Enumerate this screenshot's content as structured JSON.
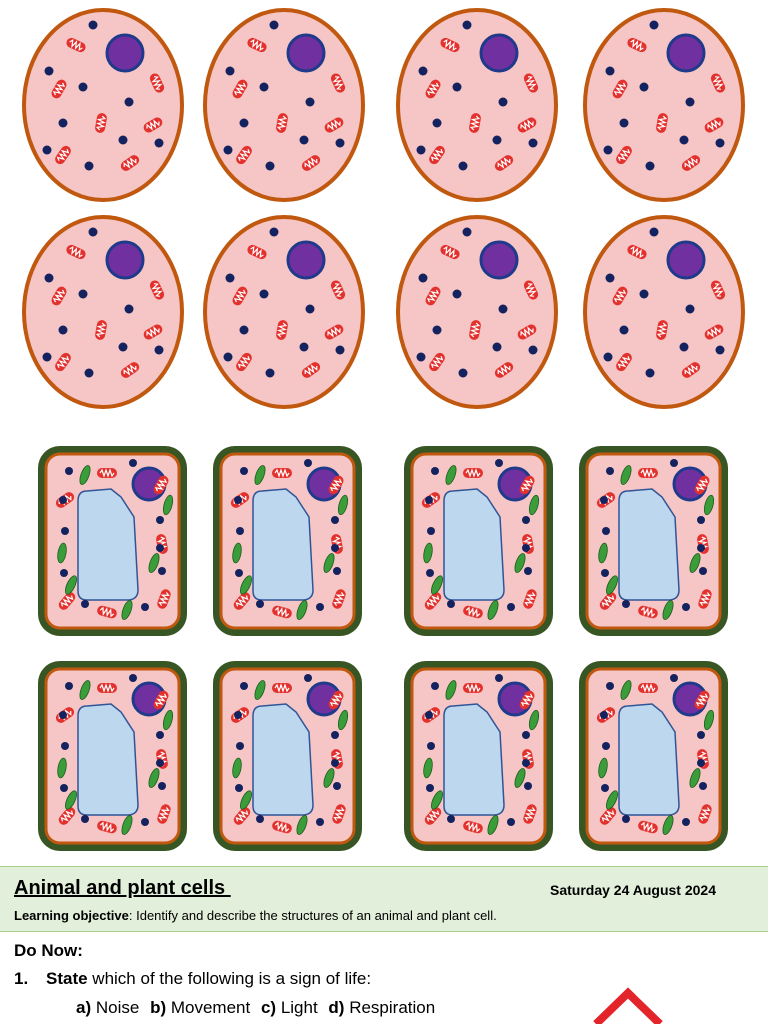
{
  "colors": {
    "animal_membrane": "#c0580f",
    "cytoplasm": "#f6c5c5",
    "nucleus": "#7030a0",
    "nucleus_border": "#1f3a8a",
    "ribosome": "#14235f",
    "mitochondria": "#e3312d",
    "cell_wall": "#375623",
    "plant_membrane": "#c0580f",
    "vacuole": "#bdd7ee",
    "vacuole_border": "#2f5597",
    "chloroplast": "#3a9d3a",
    "header_band": "#e2efda",
    "corner_icon": "#e3242b"
  },
  "diagram": {
    "animal_cell_count": 8,
    "plant_cell_count": 8
  },
  "header": {
    "title": "Animal and plant cells ",
    "date": "Saturday 24 August 2024",
    "objective_label": "Learning objective",
    "objective_text": ": Identify and describe the structures of an animal and plant cell."
  },
  "do_now": {
    "heading": "Do Now:",
    "question_number": "1.",
    "question_verb": "State",
    "question_text": " which of the following is a sign of life:",
    "options": [
      {
        "letter": "a)",
        "text": "Noise"
      },
      {
        "letter": "b)",
        "text": "Movement"
      },
      {
        "letter": "c)",
        "text": "Light"
      },
      {
        "letter": "d)",
        "text": "Respiration"
      }
    ]
  },
  "icons": {
    "corner": "triangle-logo-icon"
  }
}
